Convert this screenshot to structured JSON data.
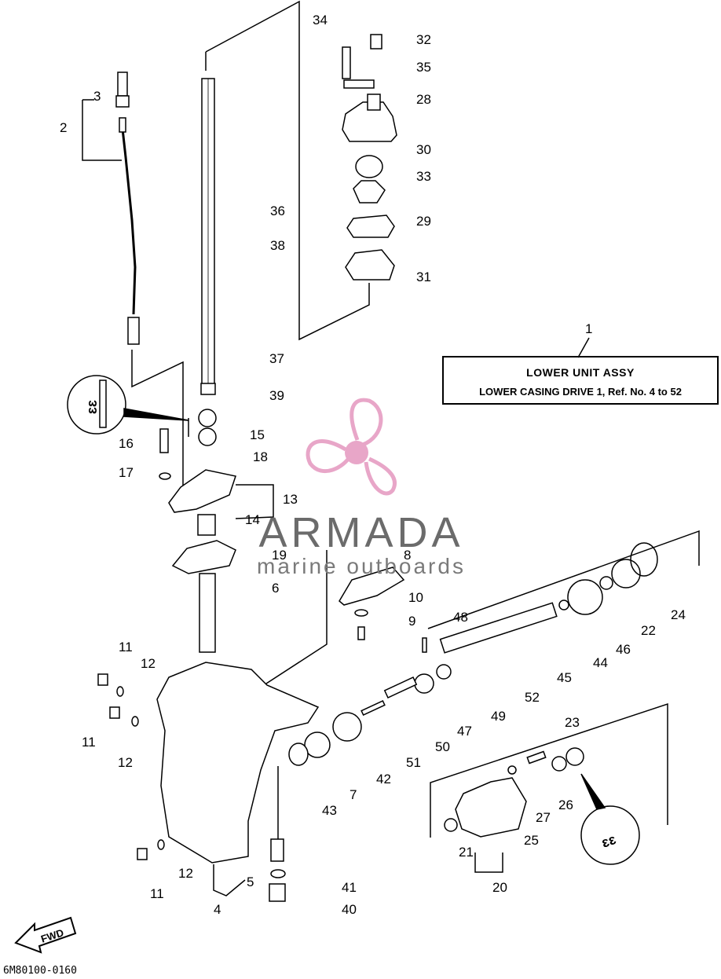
{
  "legend": {
    "ref_number": "1",
    "title": "LOWER  UNIT ASSY",
    "subtitle": "LOWER CASING DRIVE 1,  Ref. No. 4 to 52"
  },
  "watermark": {
    "brand": "ARMADA",
    "tagline": "marine outboards",
    "logo_icon": "propeller-logo-icon",
    "logo_color": "#e8a6c8",
    "text_color": "#6b6b6b"
  },
  "direction_marker": "FWD",
  "detail_marks": {
    "left": "ɛɛ",
    "right": "ɛɛ"
  },
  "drawing_code": "6M80100-0160",
  "callouts": [
    "34",
    "32",
    "35",
    "28",
    "30",
    "33",
    "29",
    "31",
    "36",
    "38",
    "37",
    "39",
    "3",
    "2",
    "15",
    "16",
    "18",
    "17",
    "13",
    "14",
    "19",
    "6",
    "8",
    "10",
    "9",
    "48",
    "24",
    "22",
    "46",
    "44",
    "45",
    "52",
    "49",
    "47",
    "50",
    "51",
    "11",
    "12",
    "11",
    "12",
    "42",
    "7",
    "43",
    "23",
    "26",
    "27",
    "25",
    "21",
    "20",
    "5",
    "41",
    "40",
    "12",
    "11",
    "4"
  ]
}
